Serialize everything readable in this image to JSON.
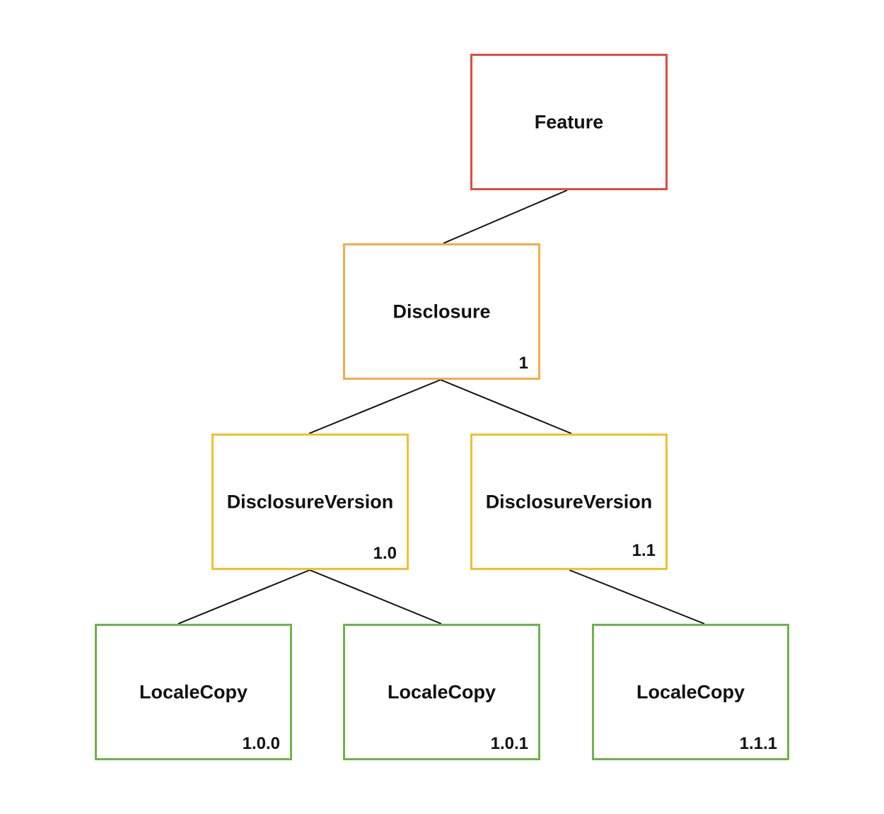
{
  "nodes": [
    {
      "id": "feature",
      "label": "Feature",
      "version": "",
      "color": "#e04b3f"
    },
    {
      "id": "disclosure",
      "label": "Disclosure",
      "version": "1",
      "color": "#f5ab4a"
    },
    {
      "id": "version-1-0",
      "label": "DisclosureVersion",
      "version": "1.0",
      "color": "#eec12e"
    },
    {
      "id": "version-1-1",
      "label": "DisclosureVersion",
      "version": "1.1",
      "color": "#eec12e"
    },
    {
      "id": "copy-1-0-0",
      "label": "LocaleCopy",
      "version": "1.0.0",
      "color": "#6db34a"
    },
    {
      "id": "copy-1-0-1",
      "label": "LocaleCopy",
      "version": "1.0.1",
      "color": "#6db34a"
    },
    {
      "id": "copy-1-1-1",
      "label": "LocaleCopy",
      "version": "1.1.1",
      "color": "#6db34a"
    }
  ],
  "edges": [
    {
      "from": "feature",
      "to": "disclosure"
    },
    {
      "from": "disclosure",
      "to": "version-1-0"
    },
    {
      "from": "disclosure",
      "to": "version-1-1"
    },
    {
      "from": "version-1-0",
      "to": "copy-1-0-0"
    },
    {
      "from": "version-1-0",
      "to": "copy-1-0-1"
    },
    {
      "from": "version-1-1",
      "to": "copy-1-1-1"
    }
  ]
}
